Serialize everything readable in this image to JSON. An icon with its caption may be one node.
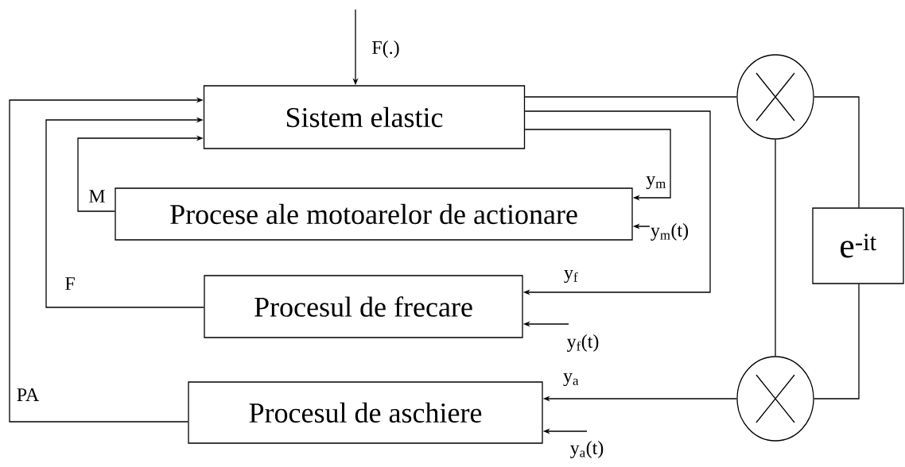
{
  "diagram": {
    "nodes": [
      {
        "text": [
          "Sistem elastic"
        ]
      },
      {
        "text": [
          "Procese ale motoarelor de actionare"
        ]
      },
      {
        "text": [
          "Procesul de frecare"
        ]
      },
      {
        "text": [
          "Procesul de aschiere"
        ]
      },
      {
        "text": [],
        "shape": "circle"
      },
      {
        "text": [],
        "shape": "circle"
      },
      {
        "text": [
          "e$^{-it}$"
        ]
      }
    ],
    "edges": [
      {
        "from": null,
        "to": 0,
        "arrow": "to",
        "label": "F(.)"
      },
      {
        "from": 3,
        "to": 0,
        "arrow": "to",
        "label": "PA"
      },
      {
        "from": 2,
        "to": 0,
        "arrow": "to",
        "label": "F"
      },
      {
        "from": 1,
        "to": 0,
        "arrow": "to",
        "label": "M"
      },
      {
        "from": 0,
        "to": 1,
        "arrow": "to",
        "label": "y$_{m}$"
      },
      {
        "from": 0,
        "to": 2,
        "arrow": "to",
        "label": "y$_{f}$"
      },
      {
        "from": 0,
        "to": 4,
        "arrow": "none"
      },
      {
        "from": 4,
        "to": 6,
        "arrow": "none"
      },
      {
        "from": 4,
        "to": 5,
        "arrow": "none"
      },
      {
        "from": 6,
        "to": 5,
        "arrow": "none"
      },
      {
        "from": 5,
        "to": 3,
        "arrow": "to",
        "label": "y$_{a}$"
      },
      {
        "from": null,
        "to": 1,
        "arrow": "to",
        "label": "y$_{m}$(t)"
      },
      {
        "from": null,
        "to": 2,
        "arrow": "to",
        "label": "y$_{f}$(t)"
      },
      {
        "from": null,
        "to": 3,
        "arrow": "to",
        "label": "y$_{a}$(t)"
      }
    ]
  }
}
